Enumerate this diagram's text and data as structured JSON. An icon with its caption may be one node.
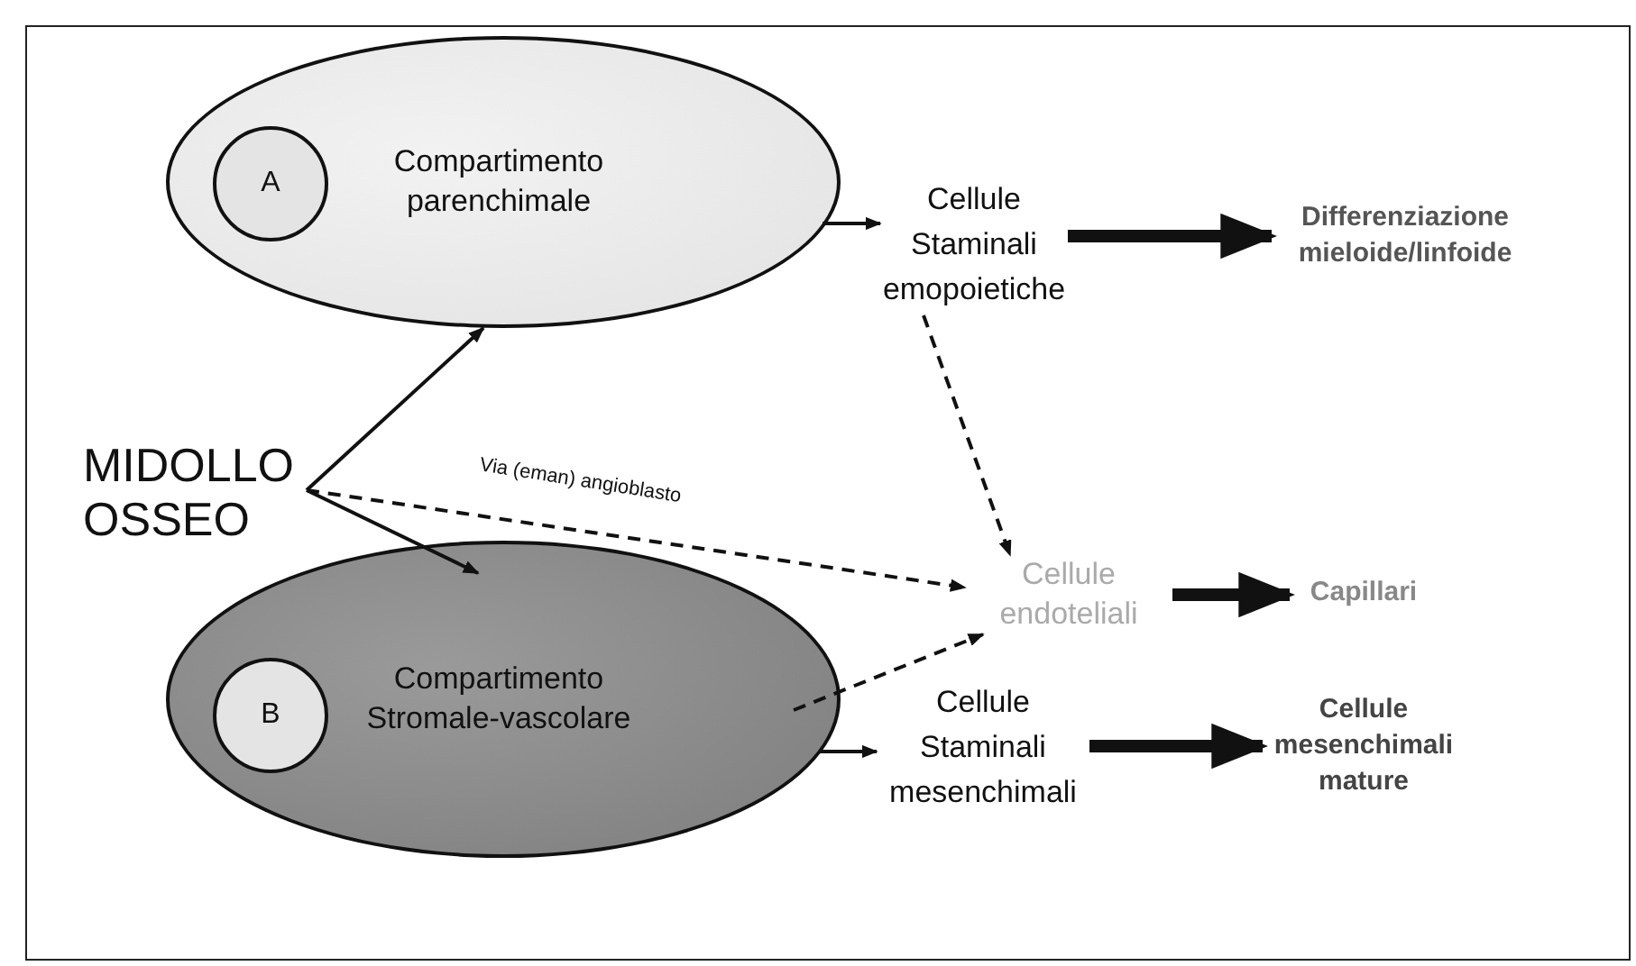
{
  "diagram": {
    "nodes": [
      {
        "text": [
          "Compartimento parenchimale"
        ]
      },
      {
        "text": [
          "A"
        ],
        "in": 0
      },
      {
        "text": [
          "Cellule Staminali emopoietiche"
        ]
      },
      {
        "text": [
          "Differenziazione mieloide/linfoide"
        ]
      },
      {
        "text": [
          "MIDOLLO OSSEO"
        ]
      },
      {
        "text": [
          "Cellule endoteliali"
        ]
      },
      {
        "text": [
          "Capillari"
        ]
      },
      {
        "text": [
          "Compartimento Stromale-vascolare"
        ]
      },
      {
        "text": [
          "B"
        ],
        "in": 7
      },
      {
        "text": [
          "Cellule Staminali mesenchimali"
        ]
      },
      {
        "text": [
          "Cellule mesenchimali mature"
        ]
      }
    ],
    "edges": [
      {
        "from": 0,
        "to": 2,
        "arrow": "to"
      },
      {
        "from": 2,
        "to": 3,
        "arrow": "to",
        "style": "thick"
      },
      {
        "from": 4,
        "to": 0,
        "arrow": "to"
      },
      {
        "from": 4,
        "to": 7,
        "arrow": "to"
      },
      {
        "from": 4,
        "to": 5,
        "arrow": "to",
        "style": "dashed",
        "label": "Via (eman) angioblasto"
      },
      {
        "from": 2,
        "to": 5,
        "arrow": "to",
        "style": "dashed"
      },
      {
        "from": 7,
        "to": 5,
        "arrow": "to",
        "style": "dashed"
      },
      {
        "from": 7,
        "to": 9,
        "arrow": "to"
      },
      {
        "from": 5,
        "to": 6,
        "arrow": "to",
        "style": "thick"
      },
      {
        "from": 9,
        "to": 10,
        "arrow": "to",
        "style": "thick"
      }
    ]
  }
}
